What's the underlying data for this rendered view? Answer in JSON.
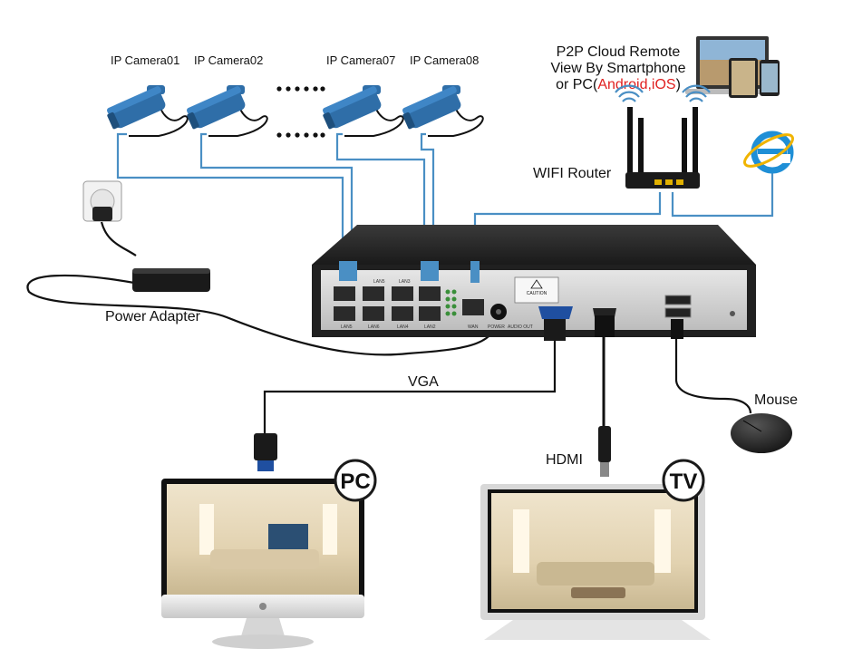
{
  "cameras": [
    {
      "label": "IP Camera01"
    },
    {
      "label": "IP Camera02"
    },
    {
      "label": "IP Camera07"
    },
    {
      "label": "IP Camera08"
    }
  ],
  "cloud": {
    "line1": "P2P Cloud Remote",
    "line2": "View By Smartphone",
    "line3_prefix": "or PC(",
    "line3_android": "Android",
    "line3_sep": ",",
    "line3_ios": "iOS",
    "line3_suffix": ")"
  },
  "router": {
    "label": "WIFI Router"
  },
  "power": {
    "label": "Power Adapter"
  },
  "vga": {
    "label": "VGA"
  },
  "hdmi": {
    "label": "HDMI"
  },
  "mouse": {
    "label": "Mouse"
  },
  "pc": {
    "badge": "PC"
  },
  "tv": {
    "badge": "TV"
  },
  "nvr": {
    "lan5": "LAN5",
    "lan6": "LAN6",
    "lan3": "LAN3",
    "lan4": "LAN4",
    "lan2": "LAN2",
    "wan": "WAN",
    "power_port": "POWER",
    "audio_out": "AUDIO OUT",
    "caution": "CAUTION"
  },
  "colors": {
    "cable_blue": "#4a8fc4",
    "camera_blue": "#2f6ea8",
    "android_red": "#e02020",
    "ios_red": "#e02020",
    "ie_blue": "#1f8fd6"
  }
}
